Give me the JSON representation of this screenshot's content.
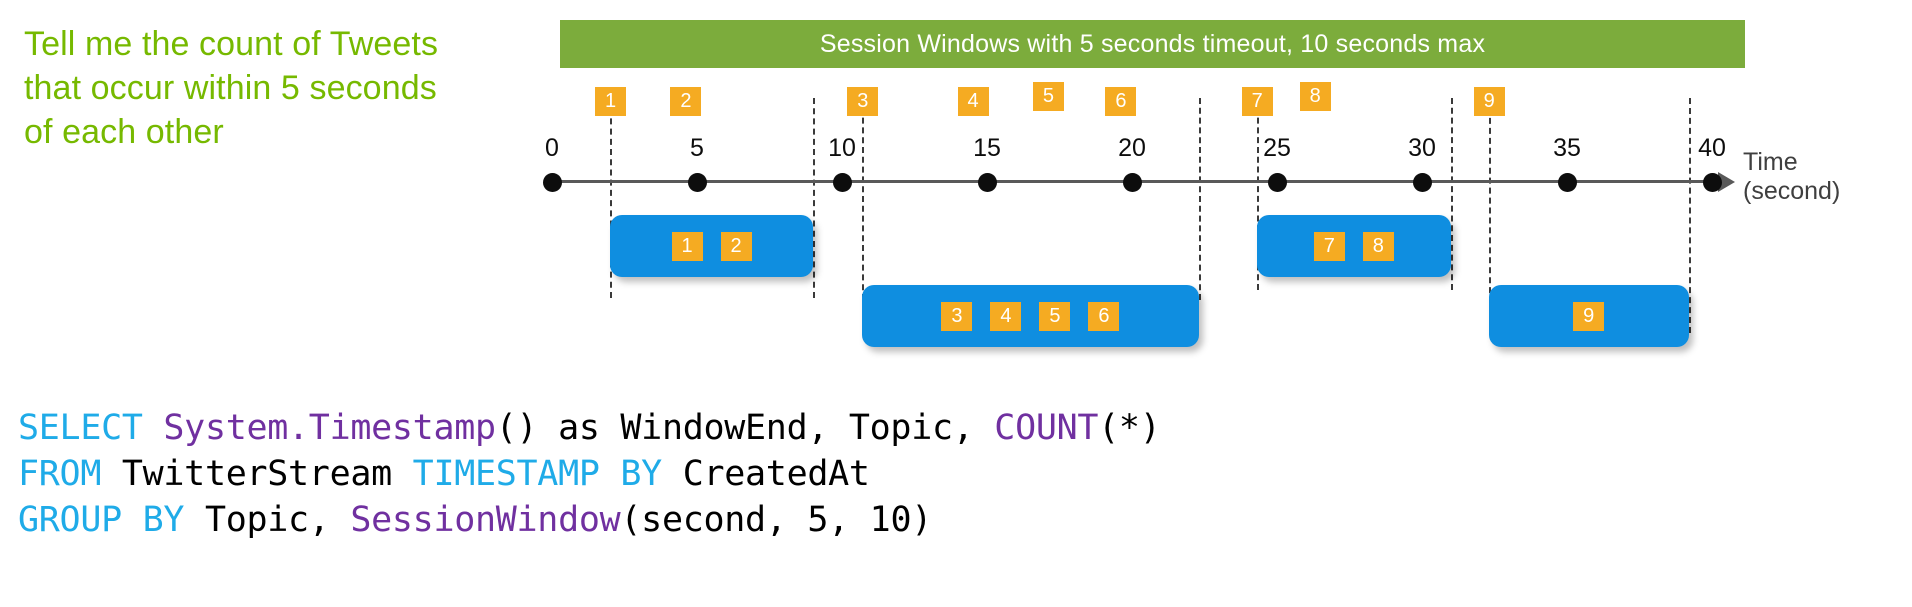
{
  "caption": "Tell me the count of Tweets that occur within 5 seconds of each other",
  "diagram": {
    "banner": "Session Windows with 5 seconds timeout, 10 seconds max",
    "banner_color": "#7cac3c",
    "axis": {
      "label_line1": "Time",
      "label_line2": "(second)",
      "ticks": [
        "0",
        "5",
        "10",
        "15",
        "20",
        "25",
        "30",
        "35",
        "40"
      ],
      "tick_values": [
        0,
        5,
        10,
        15,
        20,
        25,
        30,
        35,
        40
      ],
      "range": [
        0,
        40
      ],
      "unit": "second"
    },
    "event_color": "#f5ab22",
    "session_color": "#0f8ee0",
    "events": [
      {
        "id": "1",
        "time": 2
      },
      {
        "id": "2",
        "time": 4.6
      },
      {
        "id": "3",
        "time": 10.7
      },
      {
        "id": "4",
        "time": 14.5
      },
      {
        "id": "5",
        "time": 17.1
      },
      {
        "id": "6",
        "time": 19.6
      },
      {
        "id": "7",
        "time": 24.3
      },
      {
        "id": "8",
        "time": 26.3
      },
      {
        "id": "9",
        "time": 32.3
      }
    ],
    "session_windows": [
      {
        "name": "session-1",
        "start": 2,
        "end": 9,
        "events": [
          "1",
          "2"
        ],
        "row": 0
      },
      {
        "name": "session-2",
        "start": 10.7,
        "end": 22.3,
        "events": [
          "3",
          "4",
          "5",
          "6"
        ],
        "row": 1
      },
      {
        "name": "session-3",
        "start": 24.3,
        "end": 31,
        "events": [
          "7",
          "8"
        ],
        "row": 0
      },
      {
        "name": "session-4",
        "start": 32.3,
        "end": 39.2,
        "events": [
          "9"
        ],
        "row": 1
      }
    ],
    "boundaries": [
      2,
      9,
      10.7,
      22.3,
      24.3,
      31,
      32.3,
      39.2
    ]
  },
  "sql": {
    "lines": [
      [
        {
          "t": "SELECT ",
          "c": "kw"
        },
        {
          "t": "System.Timestamp",
          "c": "fn"
        },
        {
          "t": "() as WindowEnd, Topic, ",
          "c": "pl"
        },
        {
          "t": "COUNT",
          "c": "fn"
        },
        {
          "t": "(*)",
          "c": "pl"
        }
      ],
      [
        {
          "t": "FROM ",
          "c": "kw"
        },
        {
          "t": "TwitterStream ",
          "c": "pl"
        },
        {
          "t": "TIMESTAMP BY ",
          "c": "kw"
        },
        {
          "t": "CreatedAt",
          "c": "pl"
        }
      ],
      [
        {
          "t": "GROUP BY ",
          "c": "kw"
        },
        {
          "t": "Topic, ",
          "c": "pl"
        },
        {
          "t": "SessionWindow",
          "c": "fn"
        },
        {
          "t": "(second, 5, 10)",
          "c": "pl"
        }
      ]
    ],
    "colors": {
      "keyword": "#1fabe8",
      "function": "#7030a0",
      "plain": "#000000"
    }
  }
}
